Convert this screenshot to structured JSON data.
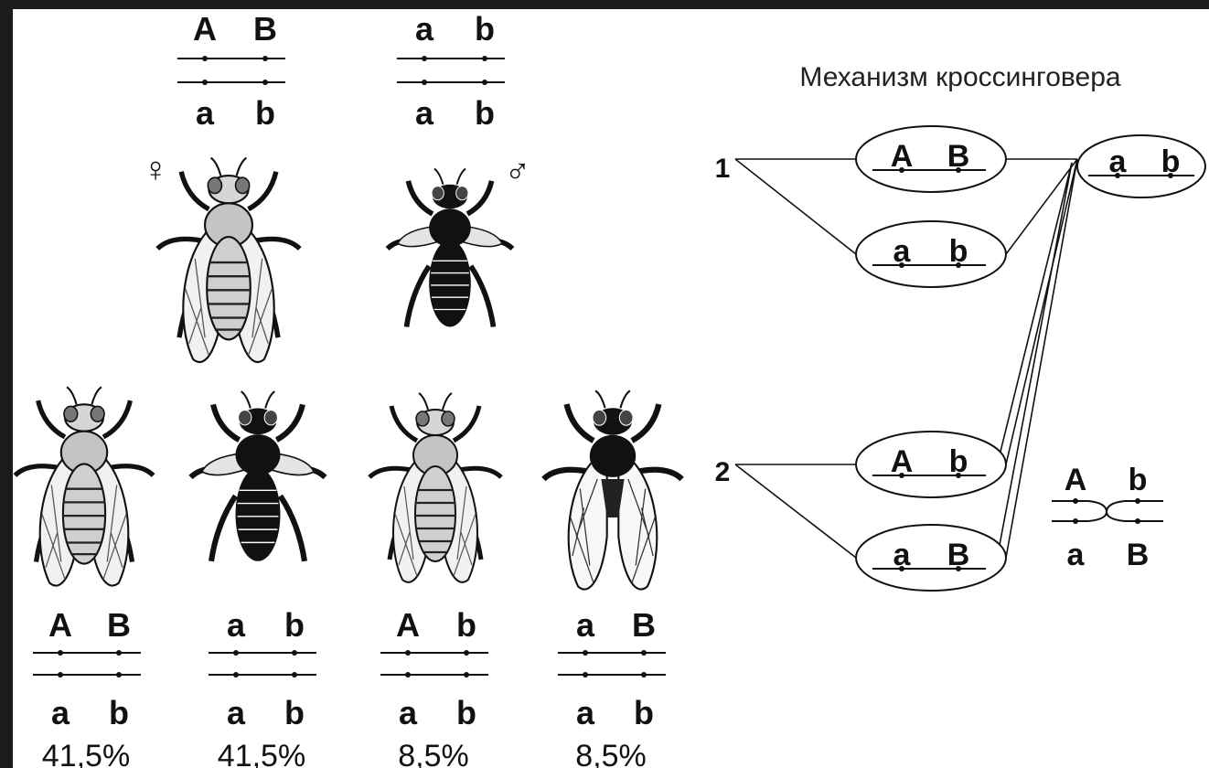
{
  "title": "Механизм кроссинговера",
  "parents": {
    "female": {
      "symbol": "♀",
      "top": [
        "A",
        "B"
      ],
      "bottom": [
        "a",
        "b"
      ]
    },
    "male": {
      "symbol": "♂",
      "top": [
        "a",
        "b"
      ],
      "bottom": [
        "a",
        "b"
      ]
    }
  },
  "offspring": [
    {
      "top": [
        "A",
        "B"
      ],
      "bottom": [
        "a",
        "b"
      ],
      "percent": "41,5%"
    },
    {
      "top": [
        "a",
        "b"
      ],
      "bottom": [
        "a",
        "b"
      ],
      "percent": "41,5%"
    },
    {
      "top": [
        "A",
        "b"
      ],
      "bottom": [
        "a",
        "b"
      ],
      "percent": "8,5%"
    },
    {
      "top": [
        "a",
        "B"
      ],
      "bottom": [
        "a",
        "b"
      ],
      "percent": "8,5%"
    }
  ],
  "mechanism": {
    "group1_label": "1",
    "group2_label": "2",
    "gametes1": [
      [
        "A",
        "B"
      ],
      [
        "a",
        "b"
      ]
    ],
    "gametes2": [
      [
        "A",
        "b"
      ],
      [
        "a",
        "B"
      ]
    ],
    "male_gamete": [
      "a",
      "b"
    ],
    "crossover": {
      "top": [
        "A",
        "b"
      ],
      "bottom": [
        "a",
        "B"
      ]
    }
  }
}
